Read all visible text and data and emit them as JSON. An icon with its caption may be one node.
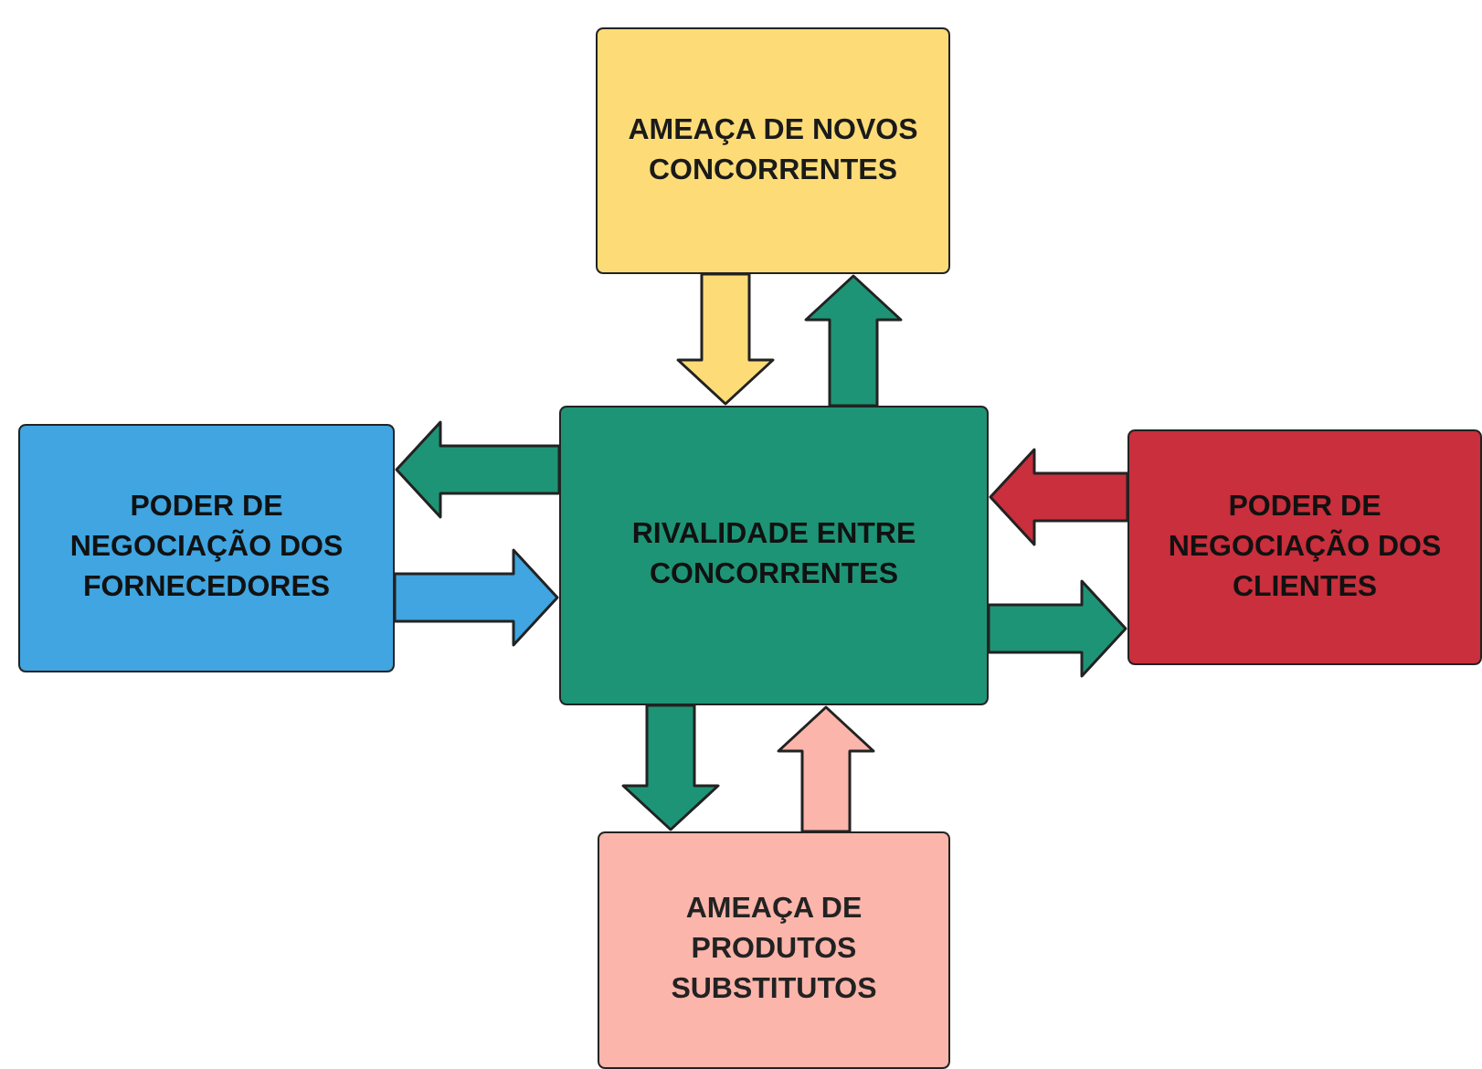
{
  "diagram": {
    "nodes": [
      {
        "text": [
          "AMEAÇA DE NOVOS CONCORRENTES"
        ]
      },
      {
        "text": [
          "PODER DE NEGOCIAÇÃO DOS FORNECEDORES"
        ]
      },
      {
        "text": [
          "RIVALIDADE ENTRE CONCORRENTES"
        ]
      },
      {
        "text": [
          "PODER DE NEGOCIAÇÃO DOS CLIENTES"
        ]
      },
      {
        "text": [
          "AMEAÇA DE PRODUTOS SUBSTITUTOS"
        ]
      }
    ],
    "edges": [
      {
        "from": 0,
        "to": 2,
        "arrow": "to",
        "color": "#fddc78"
      },
      {
        "from": 2,
        "to": 0,
        "arrow": "to"
      },
      {
        "from": 2,
        "to": 1,
        "arrow": "to"
      },
      {
        "from": 1,
        "to": 2,
        "arrow": "to",
        "color": "#40a5e0"
      },
      {
        "from": 3,
        "to": 2,
        "arrow": "to",
        "color": "#c92f3c"
      },
      {
        "from": 2,
        "to": 3,
        "arrow": "to"
      },
      {
        "from": 2,
        "to": 4,
        "arrow": "to"
      },
      {
        "from": 4,
        "to": 2,
        "arrow": "to",
        "color": "#fbb5ab"
      }
    ]
  }
}
